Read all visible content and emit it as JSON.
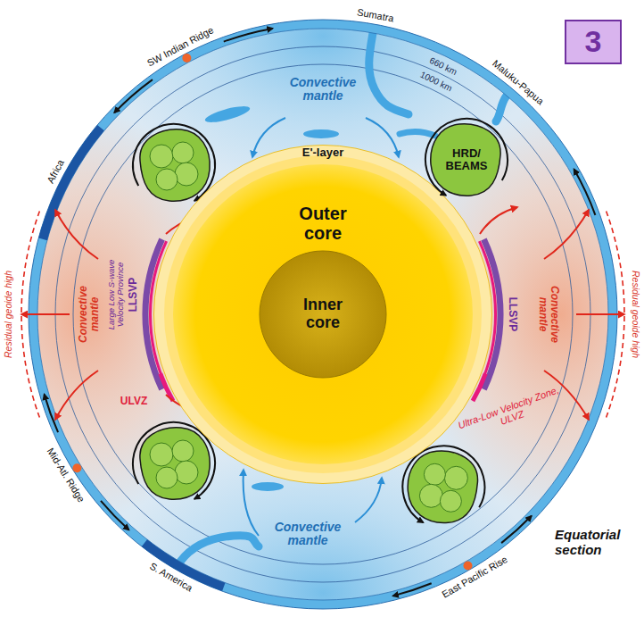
{
  "diagram": {
    "caption": "Equatorial section",
    "nodes": [
      {
        "text": [
          "3"
        ]
      },
      {
        "text": [
          "Outer core"
        ]
      },
      {
        "text": [
          "Inner core"
        ],
        "in": 1
      },
      {
        "text": [
          "HRD/ BEAMS"
        ]
      }
    ],
    "labels": [
      "SW Indian Ridge",
      "Sumatra",
      "Maluku-Papua",
      "660 km",
      "1000 km",
      "Convective mantle",
      "E'-layer",
      "Africa",
      "Residual geoide high",
      "Convective mantle",
      "Large Low S-wave Velocity Province",
      "LLSVP",
      "LLSVP",
      "ULVZ",
      "Residual geoide high",
      "Convective mantle",
      "Ultra-Low Velocity Zone, ULVZ",
      "Mid-Atl. Ridge",
      "Convective mantle",
      "S. America",
      "East Pacific Rise"
    ]
  }
}
